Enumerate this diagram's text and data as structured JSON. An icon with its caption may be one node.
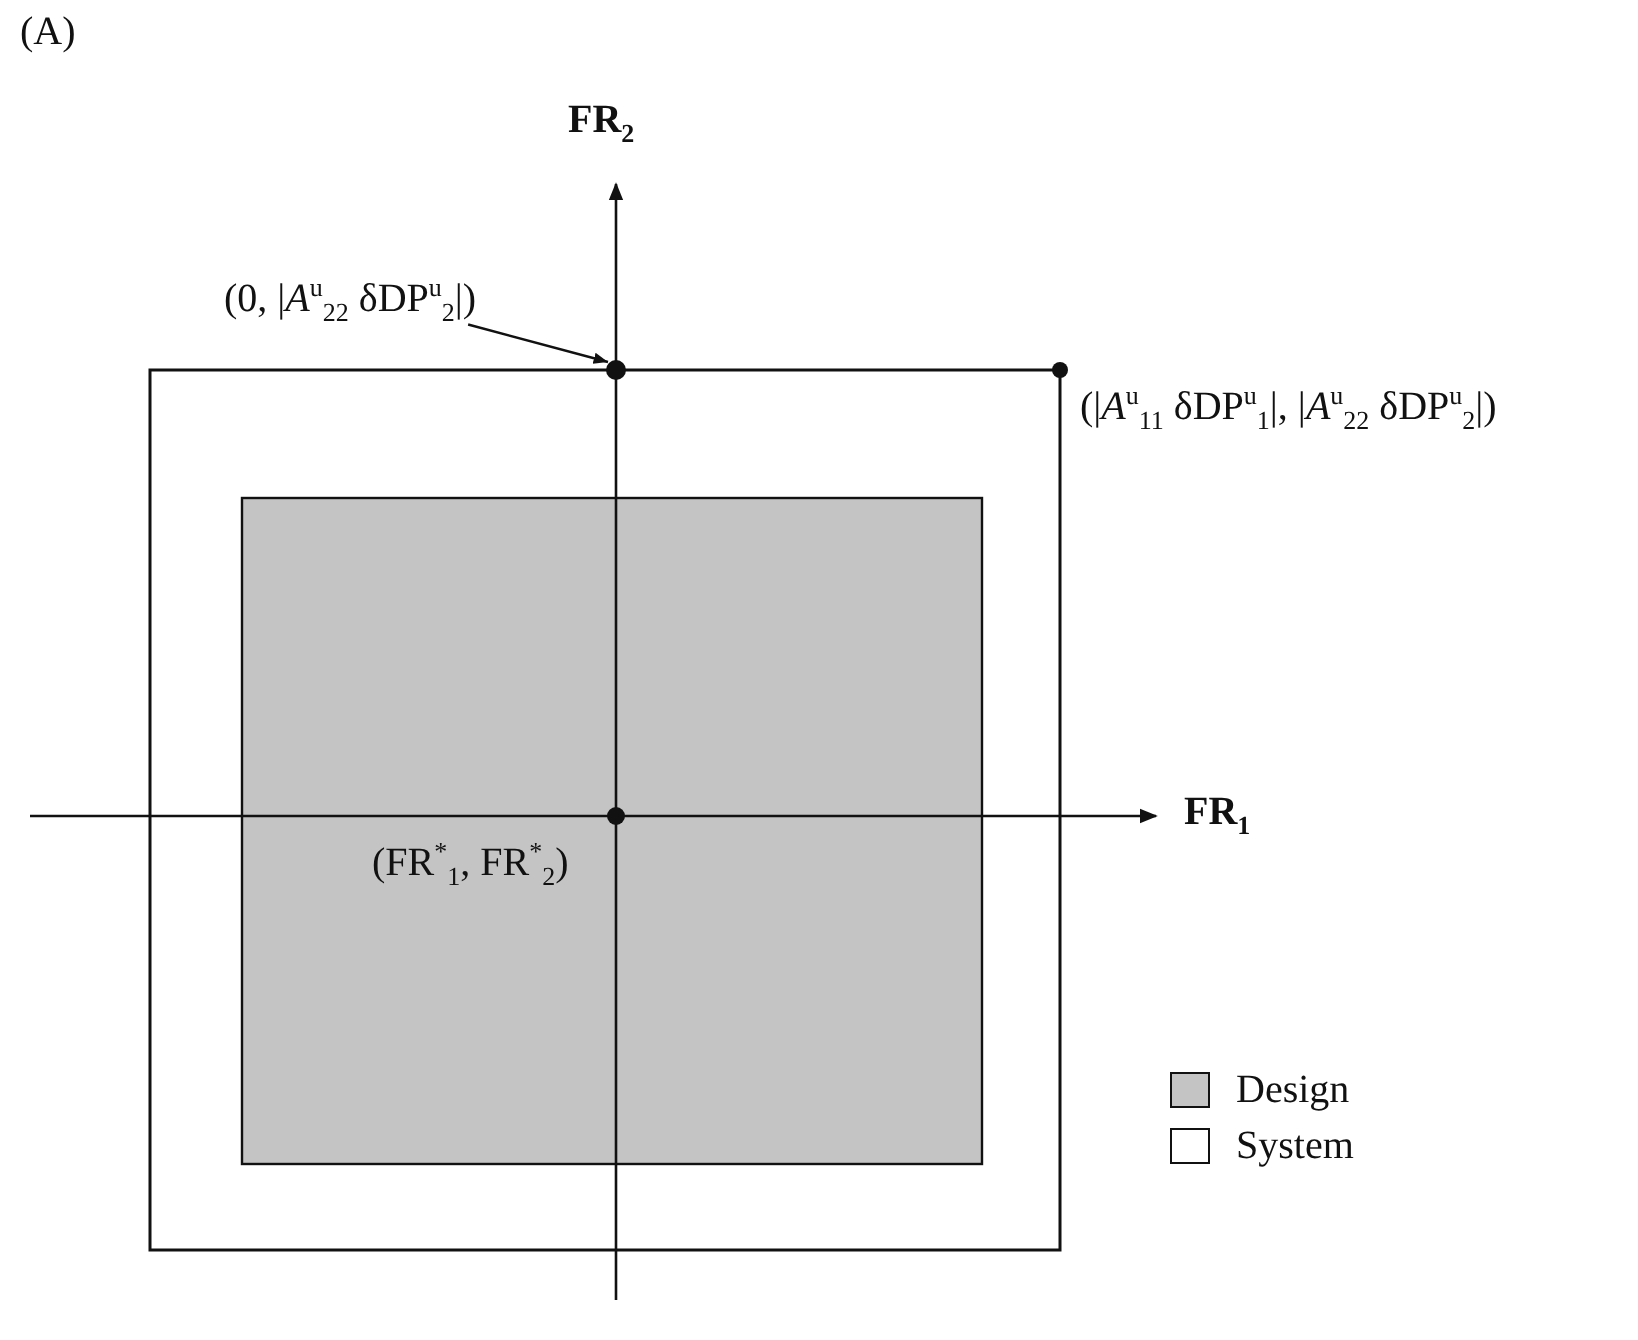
{
  "diagram": {
    "nodes": [
      {
        "text": [
          "(0, |*A*$^{u}$$_{22}$ δDP$^{u}$$_{2}$|)"
        ]
      },
      {
        "text": [],
        "shape": "circle"
      }
    ],
    "edges": [
      {
        "from": 0,
        "to": 1,
        "arrow": "to"
      }
    ],
    "labels": [
      "(A)",
      "FR$_{2}$",
      "(|*A*$^{u}$$_{11}$ δDP$^{u}$$_{1}$|, |*A*$^{u}$$_{22}$ δDP$^{u}$$_{2}$|)",
      "FR$_{1}$",
      "(FR$^{*}$$_{1}$, FR$^{*}$$_{2}$)"
    ],
    "legend": [
      {
        "text": "Design",
        "color": "#c4c4c4"
      },
      {
        "text": "System",
        "color": "#ffffff"
      }
    ]
  }
}
